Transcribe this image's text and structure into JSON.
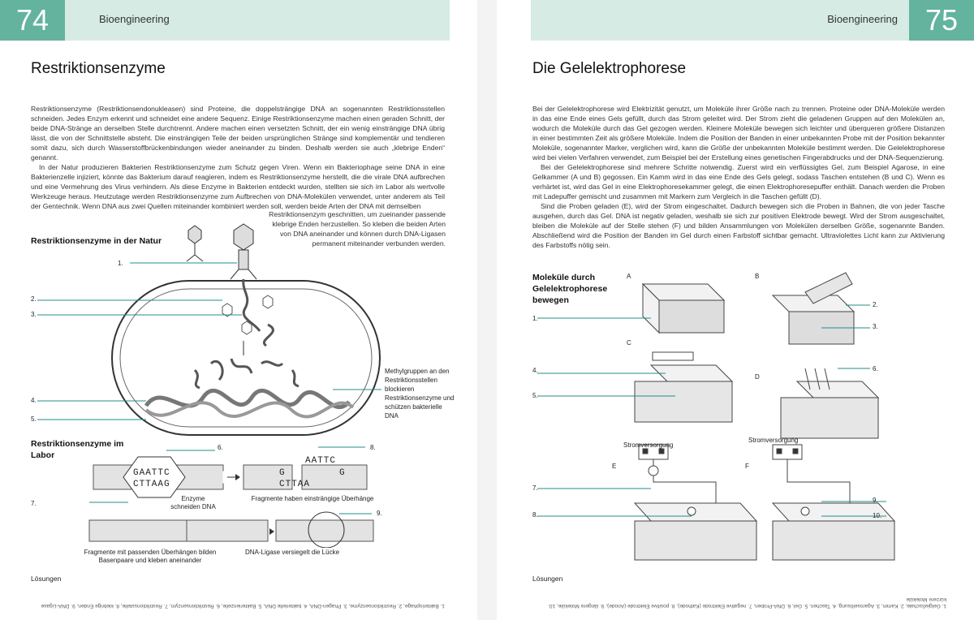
{
  "left": {
    "page_number": "74",
    "running_head": "Bioengineering",
    "title": "Restriktionsenzyme",
    "body1": "Restriktionsenzyme (Restriktionsendonukleasen) sind Proteine, die doppelsträngige DNA an sogenannten Restriktionsstellen schneiden. Jedes Enzym erkennt und schneidet eine andere Sequenz. Einige Restriktionsenzyme machen einen geraden Schnitt, der beide DNA-Stränge an derselben Stelle durchtrennt. Andere machen einen versetzten Schnitt, der ein wenig einsträngige DNA übrig lässt, die von der Schnittstelle absteht. Die einsträngigen Teile der beiden ursprünglichen Stränge sind komplementär und tendieren somit dazu, sich durch Wasserstoffbrückenbindungen wieder aneinander zu binden. Deshalb werden sie auch „klebrige Enden“ genannt.",
    "body2": "In der Natur produzieren Bakterien Restriktionsenzyme zum Schutz gegen Viren. Wenn ein Bakteriophage seine DNA in eine Bakterienzelle injiziert, könnte das Bakterium darauf reagieren, indem es Restriktionsenzyme herstellt, die die virale DNA aufbrechen und eine Vermehrung des Virus verhindern. Als diese Enzyme in Bakterien entdeckt wurden, stellten sie sich im Labor als wertvolle Werkzeuge heraus. Heutzutage werden Restriktionsenzyme zum Aufbrechen von DNA-Molekülen verwendet, unter anderem als Teil der Gentechnik. Wenn DNA aus zwei Quellen miteinander kombiniert werden soll, werden beide Arten der DNA mit demselben",
    "body3": "Restriktionsenzym geschnitten, um zueinander passende klebrige Enden herzustellen. So kleben die beiden Arten von DNA aneinander und können durch DNA-Ligasen permanent miteinander verbunden werden.",
    "section_nature": "Restriktionsenzyme in der Natur",
    "section_lab": "Restriktionsenzyme im Labor",
    "labels": [
      "1.",
      "2.",
      "3.",
      "4.",
      "5.",
      "6.",
      "7.",
      "8.",
      "9."
    ],
    "methyl_note": "Methylgruppen an den Restriktionsstellen blockieren Restriktionsenzyme und schützen bakterielle DNA",
    "seq_top": "GAATTC",
    "seq_bottom": "CTTAAG",
    "frag_a_top": "AATTC",
    "frag_a_g": "G",
    "frag_b_top": "G",
    "frag_b_bottom": "CTTAA",
    "caption_cut": "Enzyme schneiden DNA",
    "caption_frag": "Fragmente haben einsträngige Überhänge",
    "caption_pair": "Fragmente mit passenden Überhängen bilden Basenpaare und kleben aneinander",
    "caption_ligase": "DNA-Ligase versiegelt die Lücke",
    "solutions_head": "Lösungen",
    "solutions": "1. Bakteriophage, 2. Restriktionsenzyme, 3. Phagen-DNA, 4. bakterielle DNA, 5. Bakterienzelle, 6. Restriktionsenzym, 7. Restriktionsstelle, 8. klebrige Enden, 9. DNA-Ligase"
  },
  "right": {
    "page_number": "75",
    "running_head": "Bioengineering",
    "title": "Die Gelelektrophorese",
    "body1": "Bei der Gelelektrophorese wird Elektrizität genutzt, um Moleküle ihrer Größe nach zu trennen. Proteine oder DNA-Moleküle werden in das eine Ende eines Gels gefüllt, durch das Strom geleitet wird. Der Strom zieht die geladenen Gruppen auf den Molekülen an, wodurch die Moleküle durch das Gel gezogen werden. Kleinere Moleküle bewegen sich leichter und überqueren größere Distanzen in einer bestimmten Zeit als größere Moleküle. Indem die Position der Banden in einer unbekannten Probe mit der Position bekannter Moleküle, sogenannter Marker, verglichen wird, kann die Größe der unbekannten Moleküle bestimmt werden. Die Gelelektrophorese wird bei vielen Verfahren verwendet, zum Beispiel bei der Erstellung eines genetischen Fingerabdrucks und der DNA-Sequenzierung.",
    "body2": "Bei der Gelelektrophorese sind mehrere Schritte notwendig. Zuerst wird ein verflüssigtes Gel, zum Beispiel Agarose, in eine Gelkammer (A und B) gegossen. Ein Kamm wird in das eine Ende des Gels gelegt, sodass Taschen entstehen (B und C). Wenn es verhärtet ist, wird das Gel in eine Elektrophoresekammer gelegt, die einen Elektrophoresepuffer enthält. Danach werden die Proben mit Ladepuffer gemischt und zusammen mit Markern zum Vergleich in die Taschen gefüllt (D).",
    "body3": "Sind die Proben geladen (E), wird der Strom eingeschaltet. Dadurch bewegen sich die Proben in Bahnen, die von jeder Tasche ausgehen, durch das Gel. DNA ist negativ geladen, weshalb sie sich zur positiven Elektrode bewegt. Wird der Strom ausgeschaltet, bleiben die Moleküle auf der Stelle stehen (F) und bilden Ansammlungen von Molekülen derselben Größe, sogenannte Banden. Abschließend wird die Position der Banden im Gel durch einen Farbstoff sichtbar gemacht. Ultraviolettes Licht kann zur Aktivierung des Farbstoffs nötig sein.",
    "section": "Moleküle durch Gelelektrophorese bewegen",
    "panel_letters": [
      "A",
      "B",
      "C",
      "D",
      "E",
      "F"
    ],
    "power_label_e": "Stromversorgung",
    "power_label_f": "Stromversorgung",
    "labels": [
      "1.",
      "2.",
      "3.",
      "4.",
      "5.",
      "6.",
      "7.",
      "8.",
      "9.",
      "10."
    ],
    "solutions_head": "Lösungen",
    "solutions": "1. Gelgießschale, 2. Kamm, 3. Agaroselösung, 4. Taschen, 5. Gel, 6. DNA-Proben, 7. negative Elektrode (Kathode), 8. positive Elektrode (Anode), 9. längere Moleküle, 10. kürzere Moleküle"
  },
  "colors": {
    "header_bg": "#d6ebe3",
    "pagenum_bg": "#63b39e",
    "leader": "#1f8f8a"
  }
}
